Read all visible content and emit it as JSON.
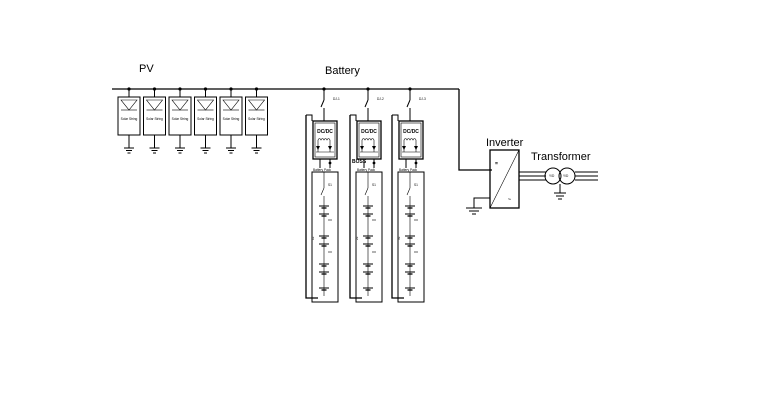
{
  "labels": {
    "pv": "PV",
    "battery": "Battery",
    "inverter": "Inverter",
    "transformer": "Transformer",
    "boss": "BOSS"
  },
  "solar_strings": [
    {
      "label": "Solar String"
    },
    {
      "label": "Solar String"
    },
    {
      "label": "Solar String"
    },
    {
      "label": "Solar String"
    },
    {
      "label": "Solar String"
    },
    {
      "label": "Solar String"
    }
  ],
  "battery_branches": [
    {
      "switch_label": "DJ-1",
      "converter_label": "DC/DC",
      "pack_label": "Battery Pack",
      "pack_switch": "S1",
      "pack_id": "1#"
    },
    {
      "switch_label": "DJ-2",
      "converter_label": "DC/DC",
      "pack_label": "Battery Pack",
      "pack_switch": "S1",
      "pack_id": "2#"
    },
    {
      "switch_label": "DJ-3",
      "converter_label": "DC/DC",
      "pack_label": "Battery Pack",
      "pack_switch": "S1",
      "pack_id": "3#"
    }
  ],
  "inverter_symbols": {
    "dc": "=",
    "ac": "~"
  },
  "transformer_windings": [
    "Y/D",
    "Y/D"
  ]
}
